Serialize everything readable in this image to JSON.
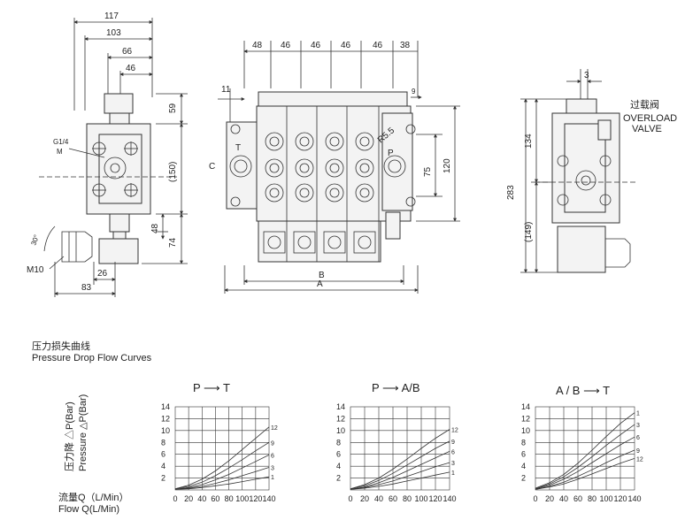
{
  "drawing": {
    "side_view": {
      "dims_top": [
        "117",
        "103",
        "66",
        "46"
      ],
      "dims_right": [
        "59",
        "(150)",
        "48",
        "74"
      ],
      "dims_bottom": [
        "26",
        "83"
      ],
      "labels": {
        "port": "G1/4",
        "port2": "M",
        "thread": "M10",
        "angle": "30°"
      }
    },
    "front_view": {
      "dims_top": [
        "48",
        "46",
        "46",
        "46",
        "46",
        "38"
      ],
      "dim_left": "11",
      "dim_right_small": "9",
      "dims_right": [
        "75",
        "120"
      ],
      "radius": "R5.5",
      "labels": {
        "T": "T",
        "P": "P",
        "C": "C",
        "B": "B",
        "A": "A"
      },
      "spools": 4
    },
    "end_view": {
      "dim_top": "3",
      "dims_left": [
        "134",
        "283",
        "(149)"
      ],
      "overload_cn": "过载阀",
      "overload_en1": "OVERLOAD",
      "overload_en2": "VALVE"
    }
  },
  "section": {
    "title_cn": "压力损失曲线",
    "title_en": "Pressure Drop Flow Curves"
  },
  "axis": {
    "ylabel_cn": "压力降 △P(Bar)",
    "ylabel_en": "Pressure △P(Bar)",
    "xlabel_cn": "流量Q（L/Min）",
    "xlabel_en": "Flow Q(L/Min)"
  },
  "chart_data": [
    {
      "type": "line",
      "title": "P ⟶ T",
      "ylim": [
        0,
        14
      ],
      "yticks": [
        "2",
        "4",
        "6",
        "8",
        "10",
        "12",
        "14"
      ],
      "xticks": [
        "0",
        "20",
        "40",
        "60",
        "80",
        "100",
        "120",
        "140"
      ],
      "x": [
        0,
        20,
        40,
        60,
        80,
        100,
        120,
        140
      ],
      "grid": true,
      "series": [
        {
          "name": "12",
          "values": [
            0.2,
            0.8,
            1.8,
            3.2,
            4.9,
            6.8,
            8.7,
            10.6
          ]
        },
        {
          "name": "9",
          "values": [
            0.2,
            0.6,
            1.3,
            2.4,
            3.7,
            5.1,
            6.6,
            8.0
          ]
        },
        {
          "name": "6",
          "values": [
            0.1,
            0.4,
            0.9,
            1.7,
            2.6,
            3.7,
            4.8,
            5.9
          ]
        },
        {
          "name": "3",
          "values": [
            0.1,
            0.3,
            0.6,
            1.1,
            1.7,
            2.4,
            3.1,
            3.8
          ]
        },
        {
          "name": "1",
          "values": [
            0.1,
            0.2,
            0.4,
            0.7,
            1.0,
            1.4,
            1.8,
            2.2
          ]
        }
      ]
    },
    {
      "type": "line",
      "title": "P ⟶ A/B",
      "ylim": [
        0,
        14
      ],
      "yticks": [
        "2",
        "4",
        "6",
        "8",
        "10",
        "12",
        "14"
      ],
      "xticks": [
        "0",
        "20",
        "40",
        "60",
        "80",
        "100",
        "120",
        "140"
      ],
      "x": [
        0,
        20,
        40,
        60,
        80,
        100,
        120,
        140
      ],
      "grid": true,
      "series": [
        {
          "name": "12",
          "values": [
            0.2,
            0.9,
            2.0,
            3.5,
            5.2,
            7.0,
            8.7,
            10.2
          ]
        },
        {
          "name": "9",
          "values": [
            0.2,
            0.7,
            1.6,
            2.8,
            4.2,
            5.6,
            7.0,
            8.2
          ]
        },
        {
          "name": "6",
          "values": [
            0.1,
            0.5,
            1.2,
            2.1,
            3.2,
            4.3,
            5.4,
            6.5
          ]
        },
        {
          "name": "3",
          "values": [
            0.1,
            0.4,
            0.9,
            1.5,
            2.3,
            3.1,
            3.9,
            4.6
          ]
        },
        {
          "name": "1",
          "values": [
            0.1,
            0.3,
            0.6,
            1.0,
            1.5,
            2.0,
            2.5,
            3.0
          ]
        }
      ]
    },
    {
      "type": "line",
      "title": "A / B ⟶ T",
      "ylim": [
        0,
        14
      ],
      "yticks": [
        "2",
        "4",
        "6",
        "8",
        "10",
        "12",
        "14"
      ],
      "xticks": [
        "0",
        "20",
        "40",
        "60",
        "80",
        "100",
        "120",
        "140"
      ],
      "x": [
        0,
        20,
        40,
        60,
        80,
        100,
        120,
        140
      ],
      "grid": true,
      "series": [
        {
          "name": "1",
          "values": [
            0.3,
            1.2,
            2.6,
            4.5,
            6.7,
            9.0,
            11.2,
            13.0
          ]
        },
        {
          "name": "3",
          "values": [
            0.2,
            1.0,
            2.2,
            3.8,
            5.6,
            7.5,
            9.3,
            11.0
          ]
        },
        {
          "name": "6",
          "values": [
            0.2,
            0.8,
            1.8,
            3.1,
            4.6,
            6.1,
            7.6,
            8.9
          ]
        },
        {
          "name": "9",
          "values": [
            0.1,
            0.6,
            1.3,
            2.3,
            3.4,
            4.6,
            5.7,
            6.7
          ]
        },
        {
          "name": "12",
          "values": [
            0.1,
            0.5,
            1.0,
            1.8,
            2.7,
            3.6,
            4.5,
            5.3
          ]
        }
      ]
    }
  ]
}
